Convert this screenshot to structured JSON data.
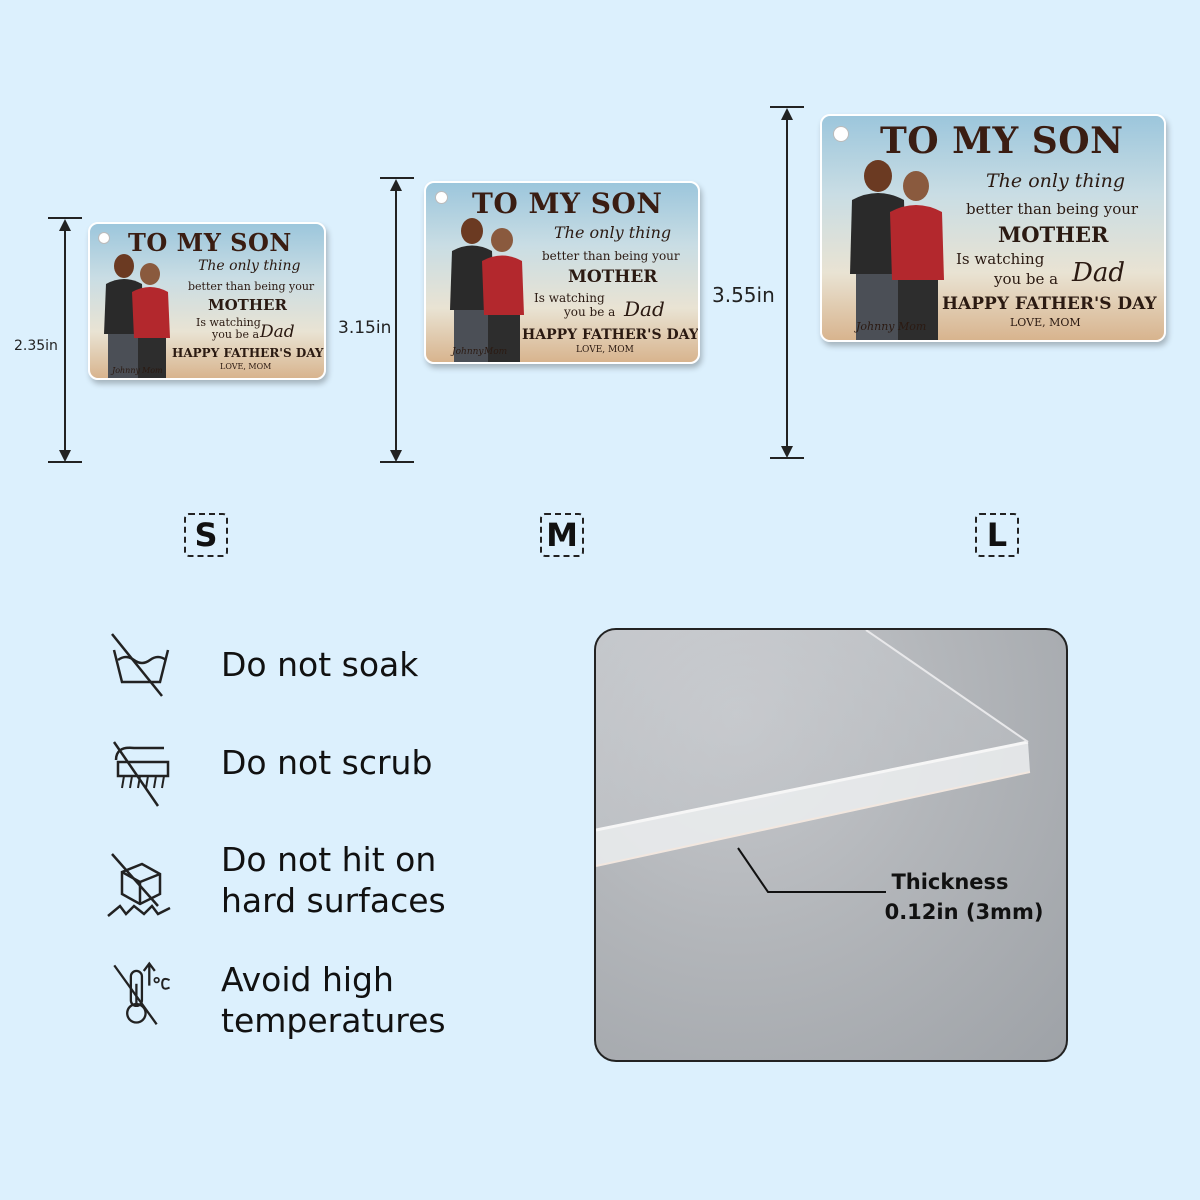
{
  "cards": [
    {
      "size": "S",
      "dimension": "2.35in",
      "title": "TO MY SON",
      "line1": "The only thing",
      "line2": "better than being your",
      "line3": "MOTHER",
      "line4": "Is watching",
      "line5": "you be a",
      "line6": "Dad",
      "line7": "HAPPY FATHER'S DAY",
      "line8": "LOVE, MOM",
      "name1": "Johnny",
      "name2": "Mom"
    },
    {
      "size": "M",
      "dimension": "3.15in",
      "title": "TO MY SON",
      "line1": "The only thing",
      "line2": "better than being your",
      "line3": "MOTHER",
      "line4": "Is watching",
      "line5": "you be a",
      "line6": "Dad",
      "line7": "HAPPY FATHER'S DAY",
      "line8": "LOVE, MOM",
      "name1": "Johnny",
      "name2": "Mom"
    },
    {
      "size": "L",
      "dimension": "3.55in",
      "title": "TO MY SON",
      "line1": "The only thing",
      "line2": "better than being your",
      "line3": "MOTHER",
      "line4": "Is watching",
      "line5": "you be a",
      "line6": "Dad",
      "line7": "HAPPY FATHER'S DAY",
      "line8": "LOVE, MOM",
      "name1": "Johnny",
      "name2": "Mom"
    }
  ],
  "care": [
    {
      "icon": "no-soak-icon",
      "lines": [
        "Do not soak"
      ]
    },
    {
      "icon": "no-scrub-icon",
      "lines": [
        "Do not scrub"
      ]
    },
    {
      "icon": "no-hit-icon",
      "lines": [
        "Do not hit on",
        "hard surfaces"
      ]
    },
    {
      "icon": "no-heat-icon",
      "lines": [
        "Avoid high",
        "temperatures"
      ]
    }
  ],
  "thickness": {
    "label": "Thickness",
    "value": "0.12in (3mm)"
  },
  "colors": {
    "background": "#dcf0fd",
    "title_brown": "#3a1d12",
    "shirt_red": "#b3282d"
  }
}
